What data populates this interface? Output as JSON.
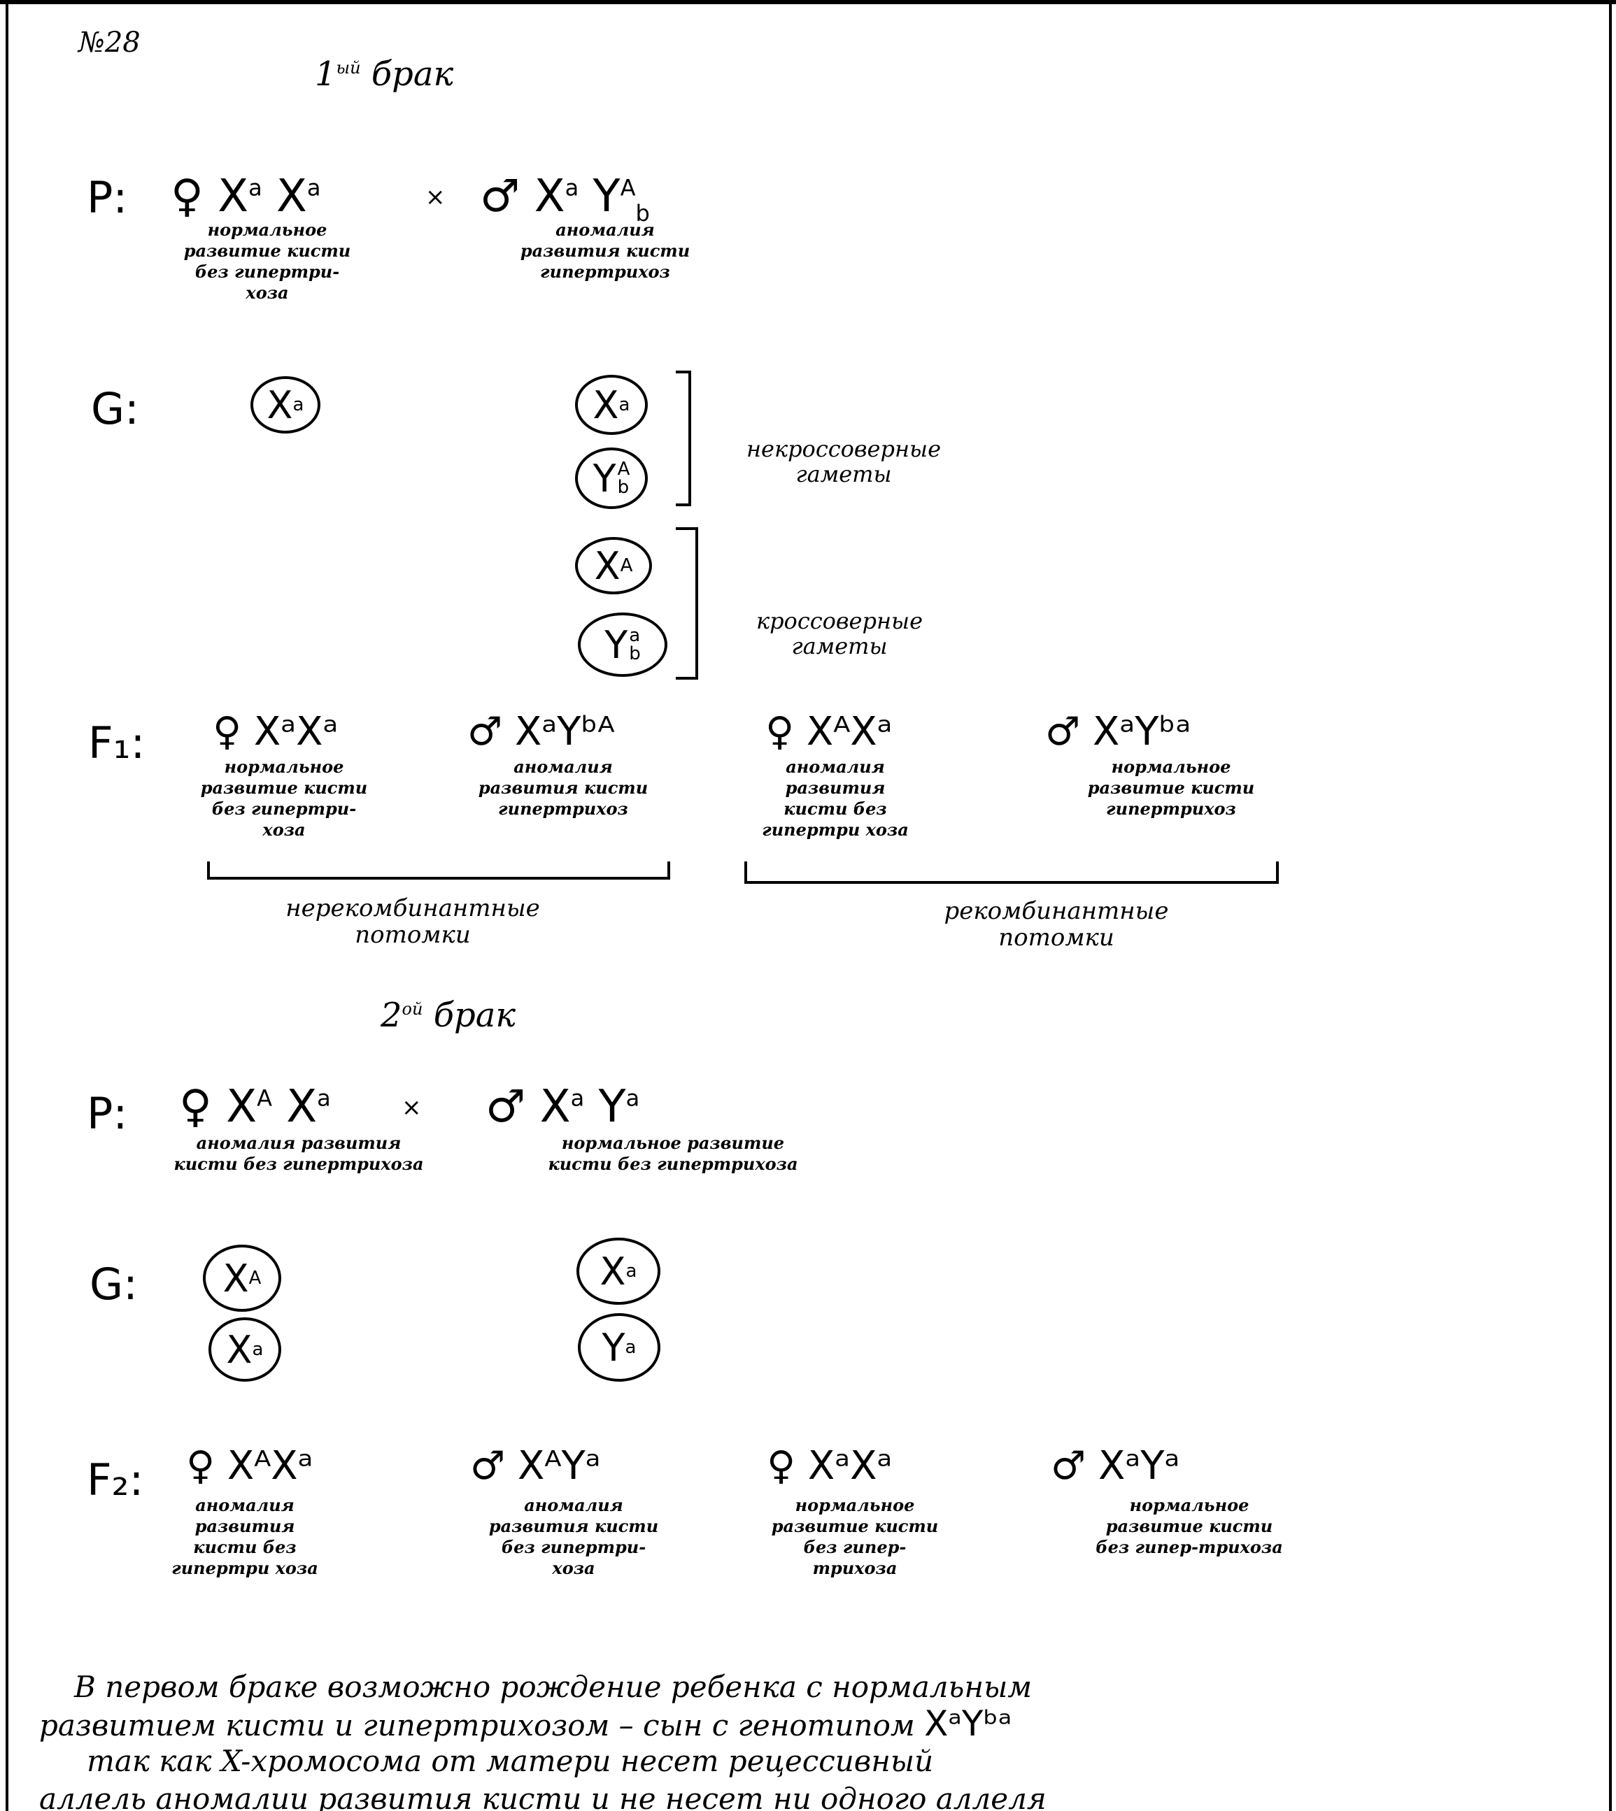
{
  "problem_number": "№28",
  "labels": {
    "P": "P:",
    "G": "G:",
    "F1": "F₁:",
    "F2": "F₂:",
    "cross": "×"
  },
  "symbols": {
    "female": "♀",
    "male": "♂"
  },
  "first_marriage": {
    "heading_num": "1",
    "heading_sup": "ый",
    "heading_word": "брак",
    "mother_genotype": {
      "X1": "X",
      "s1": "a",
      "X2": "X",
      "s2": "a"
    },
    "mother_desc": "нормальное развитие кисти без гипертри-хоза",
    "father_genotype": {
      "X": "X",
      "xs": "a",
      "Y": "Y",
      "ysup": "A",
      "ysub": "b"
    },
    "father_desc": "аномалия развития кисти гипертрихоз",
    "mother_gamete": {
      "L": "X",
      "sup": "a"
    },
    "father_gametes": [
      {
        "L": "X",
        "sup": "a",
        "sub": ""
      },
      {
        "L": "Y",
        "sup": "A",
        "sub": "b"
      },
      {
        "L": "X",
        "sup": "A",
        "sub": ""
      },
      {
        "L": "Y",
        "sup": "a",
        "sub": "b"
      }
    ],
    "noncrossover_label": "некроссоверные гаметы",
    "crossover_label": "кроссоверные гаметы",
    "offspring": [
      {
        "sex": "♀",
        "geno": "XᵃXᵃ",
        "desc": "нормальное развитие кисти без гипертри-хоза"
      },
      {
        "sex": "♂",
        "geno": "XᵃYᵇᴬ",
        "desc": "аномалия развития кисти гипертрихоз"
      },
      {
        "sex": "♀",
        "geno": "XᴬXᵃ",
        "desc": "аномалия развития кисти без гипертри хоза"
      },
      {
        "sex": "♂",
        "geno": "XᵃYᵇᵃ",
        "desc": "нормальное развитие кисти гипертрихоз"
      }
    ],
    "nonrecombinant_label": "нерекомбинантные потомки",
    "recombinant_label": "рекомбинантные потомки"
  },
  "second_marriage": {
    "heading_num": "2",
    "heading_sup": "ой",
    "heading_word": "брак",
    "mother_genotype": {
      "X1": "X",
      "s1": "A",
      "X2": "X",
      "s2": "a"
    },
    "mother_desc": "аномалия развития кисти без гипертрихоза",
    "father_genotype": {
      "X": "X",
      "xs": "a",
      "Y": "Y",
      "ys": "a"
    },
    "father_desc": "нормальное развитие кисти без гипертрихоза",
    "mother_gametes": [
      {
        "L": "X",
        "sup": "A"
      },
      {
        "L": "X",
        "sup": "a"
      }
    ],
    "father_gametes": [
      {
        "L": "X",
        "sup": "a"
      },
      {
        "L": "Y",
        "sup": "a"
      }
    ],
    "offspring": [
      {
        "sex": "♀",
        "geno": "XᴬXᵃ",
        "desc": "аномалия развития кисти без гипертри хоза"
      },
      {
        "sex": "♂",
        "geno": "XᴬYᵃ",
        "desc": "аномалия развития кисти без гипертри-хоза"
      },
      {
        "sex": "♀",
        "geno": "XᵃXᵃ",
        "desc": "нормальное развитие кисти без гипер-трихоза"
      },
      {
        "sex": "♂",
        "geno": "XᵃYᵃ",
        "desc": "нормальное развитие кисти без гипер-трихоза"
      }
    ]
  },
  "conclusion": {
    "line1": "В первом браке возможно рождение ребенка с нормальным",
    "line2a": "развитием кисти и гипертрихозом – сын с генотипом",
    "line2_geno": "XᵃYᵇᵃ",
    "line3": "так как X-хромосома от матери несет рецессивный",
    "line4": "аллель аномалии развития кисти и не несет ни одного аллеля"
  }
}
